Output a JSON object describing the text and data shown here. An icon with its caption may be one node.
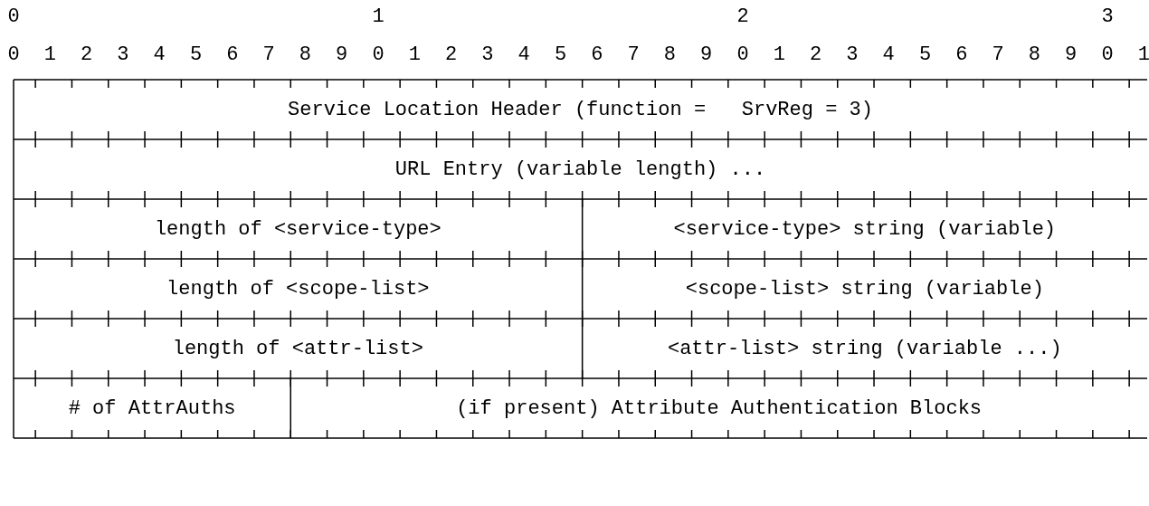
{
  "diagram": {
    "nodes": [
      {
        "text": [
          "Service Location Header (function =   SrvReg = 3)"
        ]
      },
      {
        "text": [
          "URL Entry (variable length) ..."
        ]
      },
      {
        "text": [
          "length of <service-type>"
        ]
      },
      {
        "text": [
          "<service-type> string (variable)"
        ]
      },
      {
        "text": [
          "length of <scope-list>"
        ]
      },
      {
        "text": [
          "<scope-list> string (variable)"
        ]
      },
      {
        "text": [
          "length of <attr-list>"
        ]
      },
      {
        "text": [
          "<attr-list> string (variable ...)"
        ]
      },
      {
        "text": [
          "# of AttrAuths"
        ]
      },
      {
        "text": [
          "(if present) Attribute Authentication Blocks"
        ]
      }
    ],
    "labels": [
      "0",
      "1",
      "2",
      "3",
      "0",
      "1",
      "2",
      "3",
      "4",
      "5",
      "6",
      "7",
      "8",
      "9",
      "0",
      "1",
      "2",
      "3",
      "4",
      "5",
      "6",
      "7",
      "8",
      "9",
      "0",
      "1",
      "2",
      "3",
      "4",
      "5",
      "6",
      "7",
      "8",
      "9",
      "0",
      "1"
    ]
  }
}
